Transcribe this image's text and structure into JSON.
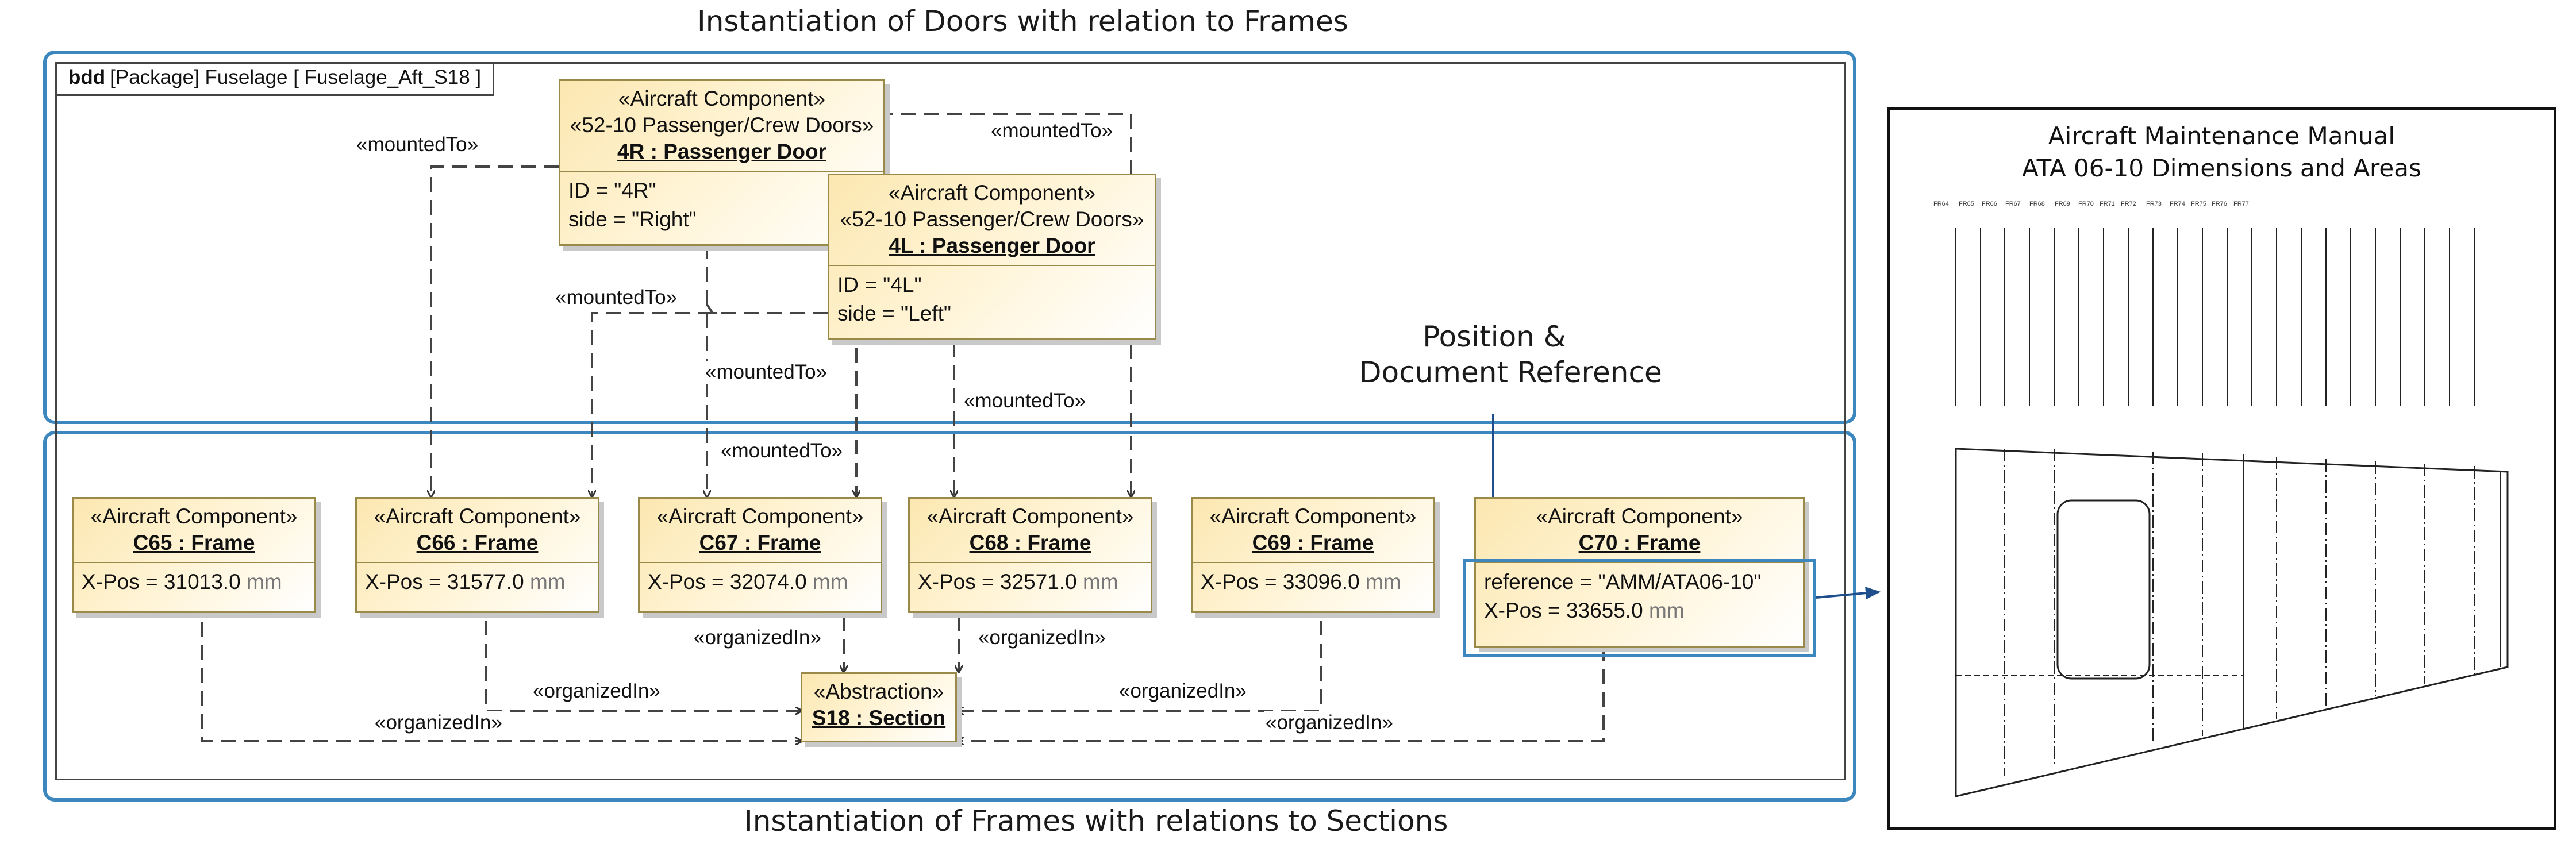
{
  "captions": {
    "top": "Instantiation of Doors with relation to Frames",
    "bottom": "Instantiation of Frames with relations to Sections",
    "position_ref_line1": "Position &",
    "position_ref_line2": "Document Reference"
  },
  "bdd_tab": {
    "kind": "bdd",
    "text": "[Package] Fuselage [ Fuselage_Aft_S18 ]"
  },
  "doors": [
    {
      "stereotype": "«Aircraft Component»",
      "stereotype2": "«52-10 Passenger/Crew Doors»",
      "name": "4R : Passenger Door",
      "attr1": "ID = \"4R\"",
      "attr2": "side = \"Right\""
    },
    {
      "stereotype": "«Aircraft Component»",
      "stereotype2": "«52-10 Passenger/Crew Doors»",
      "name": "4L : Passenger Door",
      "attr1": "ID = \"4L\"",
      "attr2": "side = \"Left\""
    }
  ],
  "frames": [
    {
      "stereotype": "«Aircraft Component»",
      "name": "C65 : Frame",
      "xpos": "X-Pos = 31013.0",
      "unit": "mm"
    },
    {
      "stereotype": "«Aircraft Component»",
      "name": "C66 : Frame",
      "xpos": "X-Pos = 31577.0",
      "unit": "mm"
    },
    {
      "stereotype": "«Aircraft Component»",
      "name": "C67 : Frame",
      "xpos": "X-Pos = 32074.0",
      "unit": "mm"
    },
    {
      "stereotype": "«Aircraft Component»",
      "name": "C68 : Frame",
      "xpos": "X-Pos = 32571.0",
      "unit": "mm"
    },
    {
      "stereotype": "«Aircraft Component»",
      "name": "C69 : Frame",
      "xpos": "X-Pos = 33096.0",
      "unit": "mm"
    },
    {
      "stereotype": "«Aircraft Component»",
      "name": "C70 : Frame",
      "reference": "reference = \"AMM/ATA06-10\"",
      "xpos": "X-Pos = 33655.0",
      "unit": "mm"
    }
  ],
  "section": {
    "stereotype": "«Abstraction»",
    "name": "S18 : Section"
  },
  "relations": {
    "mounted_to": "«mountedTo»",
    "organized_in": "«organizedIn»"
  },
  "amm": {
    "title_line1": "Aircraft Maintenance Manual",
    "title_line2": "ATA 06-10 Dimensions and Areas",
    "frame_labels": [
      "FR64",
      "FR65",
      "FR66",
      "FR67",
      "FR68",
      "FR69",
      "FR70",
      "FR71",
      "FR72",
      "FR73",
      "FR74",
      "FR75",
      "FR76",
      "FR77"
    ]
  },
  "colors": {
    "accent_blue": "#3c87bd",
    "block_fill": "#fbe7b0",
    "block_border": "#9a8a4a"
  }
}
